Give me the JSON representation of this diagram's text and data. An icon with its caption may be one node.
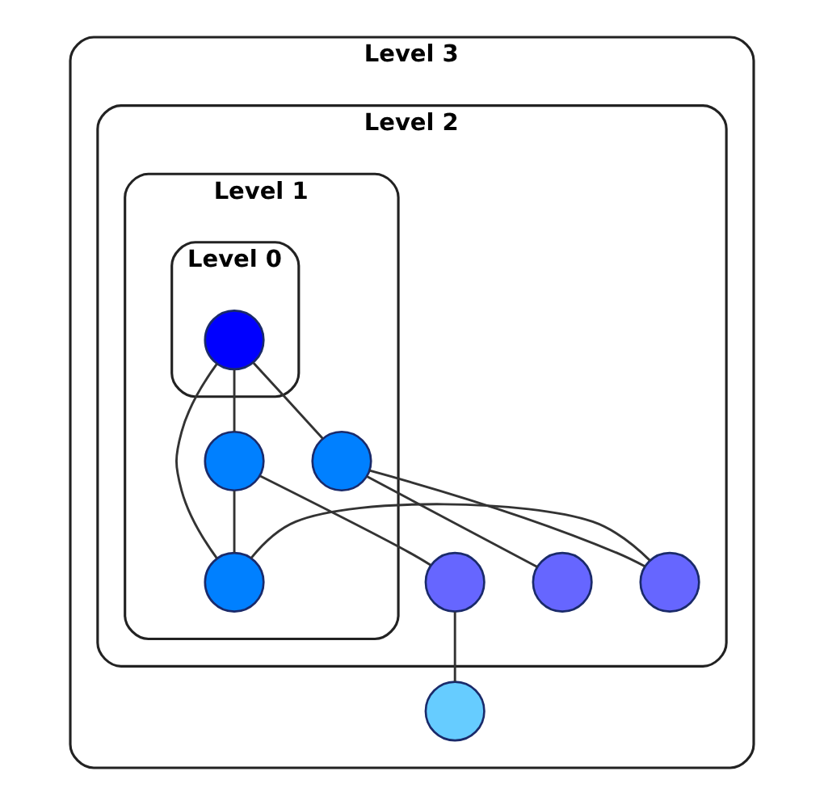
{
  "diagram": {
    "nodes": [
      {
        "text": [
          "Level 3"
        ]
      },
      {
        "text": [
          "Level 2"
        ],
        "in": 0
      },
      {
        "text": [
          "Level 1"
        ],
        "in": 1
      },
      {
        "text": [
          "Level 0"
        ],
        "in": 2
      },
      {
        "text": [],
        "shape": "circle",
        "in": 3
      },
      {
        "text": [],
        "shape": "circle",
        "in": 1
      },
      {
        "text": [],
        "shape": "circle",
        "in": 2
      },
      {
        "text": [],
        "shape": "circle",
        "in": 1
      },
      {
        "text": [],
        "shape": "circle",
        "in": 0
      },
      {
        "text": [],
        "shape": "circle",
        "in": 2
      },
      {
        "text": [],
        "shape": "circle",
        "in": 2
      },
      {
        "text": [],
        "shape": "circle",
        "in": 1
      }
    ],
    "edges": [
      {
        "from": 4,
        "to": 6,
        "arrow": "none"
      },
      {
        "from": 4,
        "to": 9,
        "arrow": "none"
      },
      {
        "from": 4,
        "to": 10,
        "arrow": "none"
      },
      {
        "from": 6,
        "to": 5,
        "arrow": "none"
      },
      {
        "from": 5,
        "to": 8,
        "arrow": "none"
      },
      {
        "from": 6,
        "to": 10,
        "arrow": "none"
      },
      {
        "from": 9,
        "to": 7,
        "arrow": "none"
      },
      {
        "from": 9,
        "to": 11,
        "arrow": "none"
      },
      {
        "from": 11,
        "to": 10,
        "arrow": "none"
      }
    ]
  }
}
